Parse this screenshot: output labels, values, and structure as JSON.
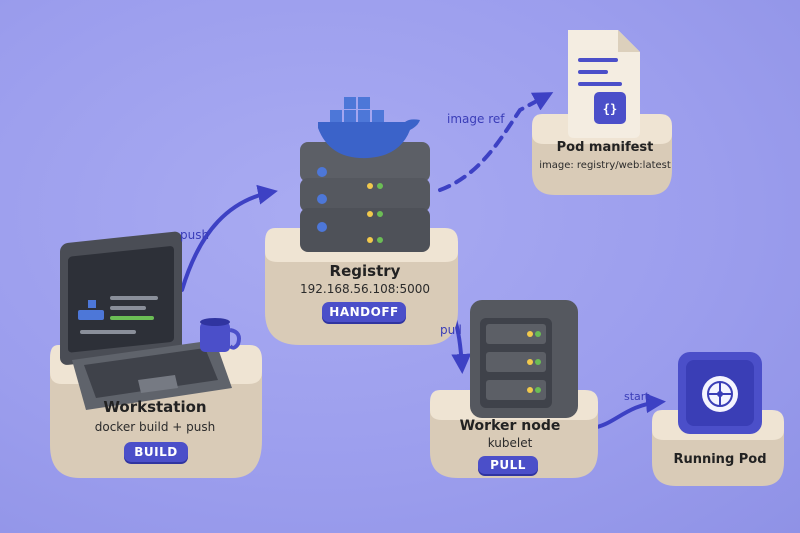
{
  "nodes": {
    "workstation": {
      "title": "Workstation",
      "subtitle": "docker build + push",
      "badge": "BUILD"
    },
    "registry": {
      "title": "Registry",
      "subtitle": "192.168.56.108:5000",
      "badge": "HANDOFF"
    },
    "manifest": {
      "title": "Pod manifest",
      "subtitle": "image: registry/web:latest"
    },
    "worker": {
      "title": "Worker node",
      "subtitle": "kubelet",
      "badge": "PULL"
    },
    "pod": {
      "title": "Running Pod"
    }
  },
  "edges": {
    "push": "push",
    "image_ref": "image ref",
    "pull": "pull",
    "start": "start"
  },
  "colors": {
    "background": "#9b9ded",
    "accent": "#4b4fc9",
    "arrow": "#3d41c4",
    "platform": "#e8dccb",
    "device": "#5c5f66"
  }
}
